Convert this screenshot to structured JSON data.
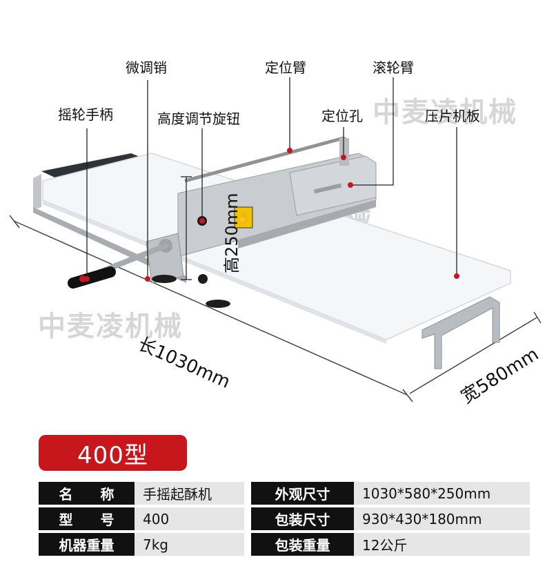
{
  "watermarks": [
    "中麦凌机械",
    "中麦凌机械",
    "中麦凌机械"
  ],
  "callouts": {
    "crank_handle": "摇轮手柄",
    "fine_pin": "微调销",
    "height_knob": "高度调节旋钮",
    "position_arm": "定位臂",
    "position_hole": "定位孔",
    "roller_arm": "滚轮臂",
    "press_board": "压片机板"
  },
  "dimensions": {
    "length": "长1030mm",
    "width": "宽580mm",
    "height": "高250mm"
  },
  "model_label": "400型",
  "specs": [
    {
      "label1": "名　　称",
      "value1": "手摇起酥机",
      "label2": "外观尺寸",
      "value2": "1030*580*250mm"
    },
    {
      "label1": "型　　号",
      "value1": "400",
      "label2": "包装尺寸",
      "value2": "930*430*180mm"
    },
    {
      "label1": "机器重量",
      "value1": "7kg",
      "label2": "包装重量",
      "value2": "12公斤"
    }
  ],
  "colors": {
    "badge": "#c8171c",
    "board": "#f4f6f8",
    "steel": "#b9bcc0"
  }
}
